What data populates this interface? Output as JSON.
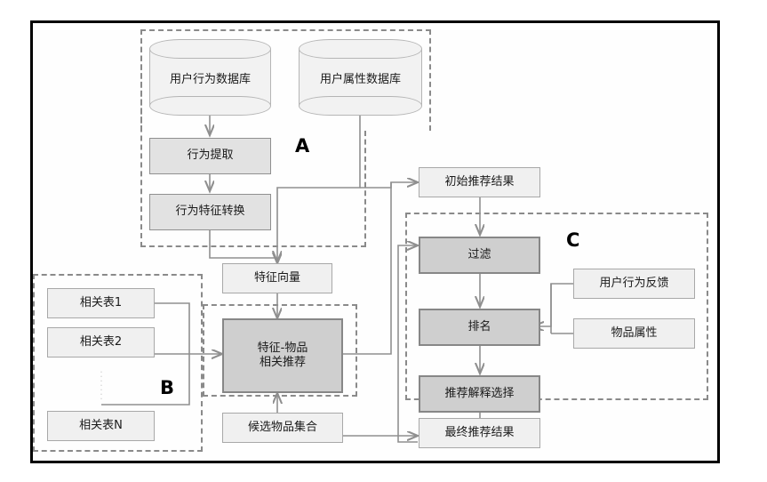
{
  "figure": {
    "title": "",
    "type": "flow-diagram",
    "groups": [
      {
        "id": "A",
        "label": "A"
      },
      {
        "id": "B",
        "label": "B"
      },
      {
        "id": "C",
        "label": "C"
      }
    ],
    "nodes": [
      {
        "id": "user-behavior-db",
        "label": "用户行为数据库",
        "shape": "cylinder"
      },
      {
        "id": "user-attribute-db",
        "label": "用户属性数据库",
        "shape": "cylinder"
      },
      {
        "id": "behavior-extract",
        "label": "行为提取",
        "shape": "box-mid"
      },
      {
        "id": "behavior-transform",
        "label": "行为特征转换",
        "shape": "box-mid"
      },
      {
        "id": "feature-vector",
        "label": "特征向量",
        "shape": "box-light"
      },
      {
        "id": "relation-table-1",
        "label": "相关表1",
        "shape": "box-light"
      },
      {
        "id": "relation-table-2",
        "label": "相关表2",
        "shape": "box-light"
      },
      {
        "id": "relation-table-n",
        "label": "相关表N",
        "shape": "box-light"
      },
      {
        "id": "feature-item-rec",
        "label": "特征-物品\n相关推荐",
        "shape": "box-dark"
      },
      {
        "id": "candidate-item-set",
        "label": "候选物品集合",
        "shape": "box-light"
      },
      {
        "id": "initial-result",
        "label": "初始推荐结果",
        "shape": "box-light"
      },
      {
        "id": "filter",
        "label": "过滤",
        "shape": "box-dark"
      },
      {
        "id": "ranking",
        "label": "排名",
        "shape": "box-dark"
      },
      {
        "id": "explain-select",
        "label": "推荐解释选择",
        "shape": "box-dark"
      },
      {
        "id": "final-result",
        "label": "最终推荐结果",
        "shape": "box-light"
      },
      {
        "id": "user-feedback",
        "label": "用户行为反馈",
        "shape": "box-light"
      },
      {
        "id": "item-attribute",
        "label": "物品属性",
        "shape": "box-light"
      }
    ],
    "node_labels": {
      "user_behavior_db": "用户行为数据库",
      "user_attribute_db": "用户属性数据库",
      "behavior_extract": "行为提取",
      "behavior_transform": "行为特征转换",
      "feature_vector": "特征向量",
      "relation_table_1": "相关表1",
      "relation_table_2": "相关表2",
      "relation_table_n": "相关表N",
      "feature_item_rec_line1": "特征-物品",
      "feature_item_rec_line2": "相关推荐",
      "candidate_item_set": "候选物品集合",
      "initial_result": "初始推荐结果",
      "filter": "过滤",
      "ranking": "排名",
      "explain_select": "推荐解释选择",
      "final_result": "最终推荐结果",
      "user_feedback": "用户行为反馈",
      "item_attribute": "物品属性",
      "group_a": "A",
      "group_b": "B",
      "group_c": "C",
      "ellipsis": "⋮"
    },
    "colors": {
      "frame_border": "#000000",
      "dashed_group": "#8a8a8a",
      "box_light_fill": "#f0f0f0",
      "box_mid_fill": "#e2e2e2",
      "box_dark_fill": "#cfcfcf",
      "connector": "#8f8f8f",
      "text": "#1a1a1a",
      "background": "#ffffff"
    }
  }
}
